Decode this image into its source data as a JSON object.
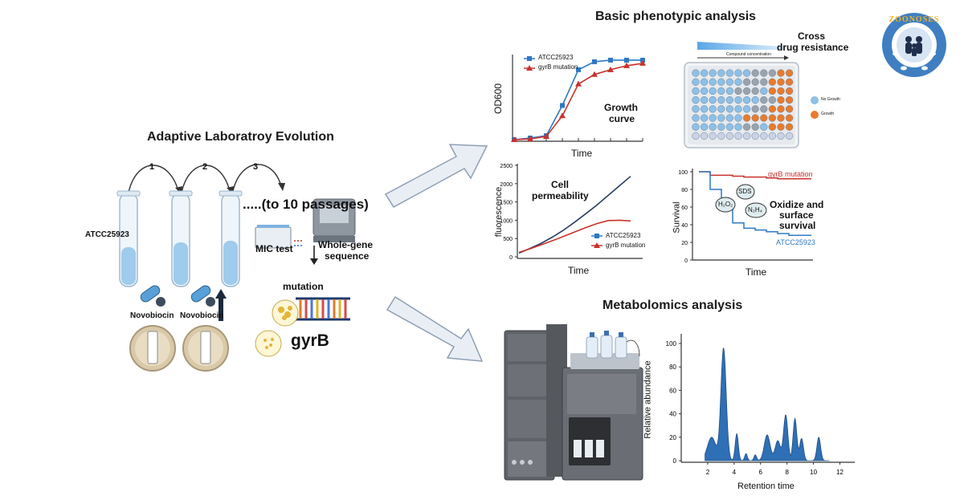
{
  "titles": {
    "ale": "Adaptive Laboratroy Evolution",
    "basic": "Basic phenotypic analysis",
    "metabolomics": "Metabolomics analysis"
  },
  "ale": {
    "steps": [
      "1",
      "2",
      "3"
    ],
    "strain": "ATCC25923",
    "passages": ".....(to 10 passages)",
    "mic": "MIC test",
    "wgs_line1": "Whole-gene",
    "wgs_line2": "sequence",
    "mutation": "mutation",
    "drug1": "Novobiocin",
    "drug2": "Novobiocin",
    "gene": "gyrB"
  },
  "growth": {
    "ylabel": "OD600",
    "xlabel": "Time",
    "label_line1": "Growth",
    "label_line2": "curve",
    "legend": [
      "ATCC25923",
      "gyrB mutation"
    ]
  },
  "resistance": {
    "title_line1": "Cross",
    "title_line2": "drug resistance",
    "gradient_label": "Compound concentration",
    "legend": [
      "No Growth",
      "Growth"
    ]
  },
  "permeability": {
    "ylabel": "fluorescence",
    "xlabel": "Time",
    "label_line1": "Cell",
    "label_line2": "permeability",
    "yticks": [
      "0",
      "500",
      "1000",
      "1500",
      "2000",
      "2500"
    ],
    "legend": [
      "ATCC25923",
      "gyrB mutation"
    ]
  },
  "survival": {
    "ylabel": "Survival",
    "xlabel": "Time",
    "yticks": [
      "0",
      "20",
      "40",
      "60",
      "80",
      "100"
    ],
    "series_labels": [
      "gyrB mutation",
      "ATCC25923"
    ],
    "bubbles": [
      "SDS",
      "H₂O₂",
      "N₂H₄"
    ],
    "label_line1": "Oxidize and",
    "label_line2": "surface",
    "label_line3": "survival"
  },
  "chromatogram": {
    "ylabel": "Relative abundance",
    "xlabel": "Retention time",
    "yticks": [
      "0",
      "20",
      "40",
      "60",
      "80",
      "100"
    ],
    "xticks": [
      "2",
      "4",
      "6",
      "8",
      "10",
      "12"
    ]
  },
  "logo": {
    "text": "ZOONOSES"
  },
  "colors": {
    "blue": "#2e78c4",
    "red": "#c8322d",
    "navy": "#2a3f66",
    "peak": "#2f6fb5"
  },
  "chart_data": [
    {
      "type": "line",
      "title": "",
      "xlabel": "Time",
      "ylabel": "OD600",
      "x": [
        0,
        1,
        2,
        3,
        4,
        5,
        6,
        7,
        8
      ],
      "series": [
        {
          "name": "ATCC25923",
          "values": [
            0.02,
            0.04,
            0.07,
            0.45,
            0.9,
            1.0,
            1.02,
            1.02,
            1.02
          ]
        },
        {
          "name": "gyrB mutation",
          "values": [
            0.02,
            0.03,
            0.06,
            0.32,
            0.72,
            0.84,
            0.9,
            0.95,
            0.98
          ]
        }
      ]
    },
    {
      "type": "line",
      "title": "",
      "xlabel": "Time",
      "ylabel": "fluorescence",
      "ylim": [
        0,
        2500
      ],
      "x": [
        0,
        1,
        2,
        3,
        4,
        5,
        6,
        7,
        8,
        9,
        10
      ],
      "series": [
        {
          "name": "ATCC25923",
          "values": [
            100,
            230,
            370,
            540,
            730,
            950,
            1180,
            1420,
            1680,
            1940,
            2200
          ]
        },
        {
          "name": "gyrB mutation",
          "values": [
            120,
            220,
            330,
            440,
            560,
            680,
            800,
            910,
            990,
            1000,
            980
          ]
        }
      ]
    },
    {
      "type": "line",
      "title": "",
      "xlabel": "Time",
      "ylabel": "Survival",
      "ylim": [
        0,
        100
      ],
      "x": [
        0,
        1,
        2,
        3,
        4,
        5,
        6,
        7,
        8,
        9,
        10
      ],
      "series": [
        {
          "name": "gyrB mutation",
          "values": [
            100,
            96,
            96,
            95,
            94,
            94,
            93,
            92,
            92,
            92,
            92
          ]
        },
        {
          "name": "ATCC25923",
          "values": [
            100,
            80,
            58,
            42,
            36,
            34,
            32,
            30,
            28,
            28,
            28
          ]
        }
      ]
    },
    {
      "type": "area",
      "title": "",
      "xlabel": "Retention time",
      "ylabel": "Relative abundance",
      "xlim": [
        0,
        13
      ],
      "ylim": [
        0,
        100
      ],
      "peaks": [
        {
          "rt": 2.3,
          "height": 20
        },
        {
          "rt": 3.2,
          "height": 96
        },
        {
          "rt": 4.2,
          "height": 23
        },
        {
          "rt": 4.9,
          "height": 6
        },
        {
          "rt": 5.6,
          "height": 5
        },
        {
          "rt": 6.5,
          "height": 22
        },
        {
          "rt": 7.3,
          "height": 17
        },
        {
          "rt": 7.9,
          "height": 39
        },
        {
          "rt": 8.6,
          "height": 36
        },
        {
          "rt": 9.1,
          "height": 19
        },
        {
          "rt": 10.4,
          "height": 20
        }
      ]
    }
  ]
}
